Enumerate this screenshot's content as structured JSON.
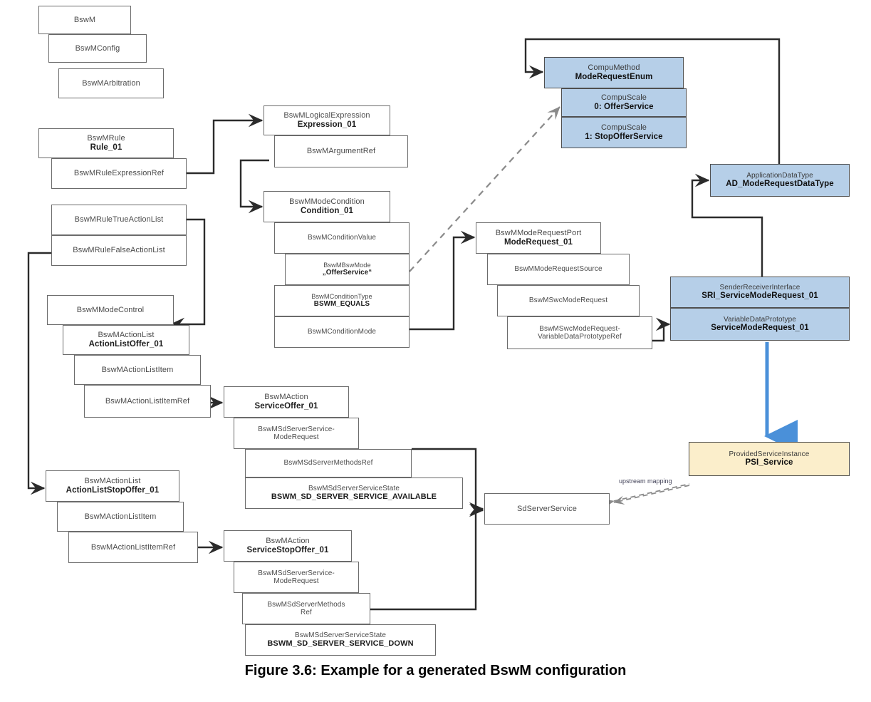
{
  "figure": {
    "caption": "Figure 3.6: Example for a generated BswM configuration"
  },
  "colors": {
    "white_box": "#ffffff",
    "blue_box": "#b6cfe8",
    "yellow_box": "#fbeecb",
    "border": "#6b6b6b",
    "blue_arrow": "#4a90d9",
    "dashed_arrow": "#8a8a8a"
  },
  "nodes": {
    "bswm": {
      "type": "BswM",
      "name": ""
    },
    "bswm_config": {
      "type": "BswMConfig",
      "name": ""
    },
    "bswm_arbitration": {
      "type": "BswMArbitration",
      "name": ""
    },
    "rule": {
      "type": "BswMRule",
      "name": "Rule_01"
    },
    "rule_expr_ref": {
      "type": "BswMRuleExpressionRef",
      "name": ""
    },
    "rule_true_list": {
      "type": "BswMRuleTrueActionList",
      "name": ""
    },
    "rule_false_list": {
      "type": "BswMRuleFalseActionList",
      "name": ""
    },
    "logical_expression": {
      "type": "BswMLogicalExpression",
      "name": "Expression_01"
    },
    "argument_ref": {
      "type": "BswMArgumentRef",
      "name": ""
    },
    "mode_condition": {
      "type": "BswMModeCondition",
      "name": "Condition_01"
    },
    "condition_value": {
      "type": "BswMConditionValue",
      "name": ""
    },
    "bsw_mode": {
      "type": "BswMBswMode",
      "name": "„OfferService“"
    },
    "condition_type": {
      "type": "BswMConditionType",
      "name": "BSWM_EQUALS"
    },
    "condition_mode": {
      "type": "BswMConditionMode",
      "name": ""
    },
    "mode_control": {
      "type": "BswMModeControl",
      "name": ""
    },
    "action_list_offer": {
      "type": "BswMActionList",
      "name": "ActionListOffer_01"
    },
    "action_list_item_a": {
      "type": "BswMActionListItem",
      "name": ""
    },
    "action_list_item_ref_a": {
      "type": "BswMActionListItemRef",
      "name": ""
    },
    "action_list_stop_offer": {
      "type": "BswMActionList",
      "name": "ActionListStopOffer_01"
    },
    "action_list_item_b": {
      "type": "BswMActionListItem",
      "name": ""
    },
    "action_list_item_ref_b": {
      "type": "BswMActionListItemRef",
      "name": ""
    },
    "action_service_offer": {
      "type": "BswMAction",
      "name": "ServiceOffer_01"
    },
    "sd_server_service_mode_request_a": {
      "type": "BswMSdServerService-\nModeRequest",
      "name": ""
    },
    "sd_server_methods_ref_a": {
      "type": "BswMSdServerMethodsRef",
      "name": ""
    },
    "sd_server_service_state_a": {
      "type": "BswMSdServerServiceState",
      "name": "BSWM_SD_SERVER_SERVICE_AVAILABLE"
    },
    "action_service_stop_offer": {
      "type": "BswMAction",
      "name": "ServiceStopOffer_01"
    },
    "sd_server_service_mode_request_b": {
      "type": "BswMSdServerService-\nModeRequest",
      "name": ""
    },
    "sd_server_methods_ref_b": {
      "type": "BswMSdServerMethods\nRef",
      "name": ""
    },
    "sd_server_service_state_b": {
      "type": "BswMSdServerServiceState",
      "name": "BSWM_SD_SERVER_SERVICE_DOWN"
    },
    "sd_server_service": {
      "type": "SdServerService",
      "name": ""
    },
    "compu_method": {
      "type": "CompuMethod",
      "name": "ModeRequestEnum"
    },
    "compu_scale_0": {
      "type": "CompuScale",
      "name": "0: OfferService"
    },
    "compu_scale_1": {
      "type": "CompuScale",
      "name": "1: StopOfferService"
    },
    "application_data_type": {
      "type": "ApplicationDataType",
      "name": "AD_ModeRequestDataType"
    },
    "mode_request_port": {
      "type": "BswMModeRequestPort",
      "name": "ModeRequest_01"
    },
    "mode_request_source": {
      "type": "BswMModeRequestSource",
      "name": ""
    },
    "swc_mode_request": {
      "type": "BswMSwcModeRequest",
      "name": ""
    },
    "swc_mode_request_vdp_ref": {
      "type": "BswMSwcModeRequest-\nVariableDataPrototypeRef",
      "name": ""
    },
    "sender_receiver_interface": {
      "type": "SenderReceiverInterface",
      "name": "SRI_ServiceModeRequest_01"
    },
    "variable_data_prototype": {
      "type": "VariableDataPrototype",
      "name": "ServiceModeRequest_01"
    },
    "provided_service_instance": {
      "type": "ProvidedServiceInstance",
      "name": "PSI_Service"
    }
  },
  "edges": {
    "upstream_mapping_label": "upstream mapping"
  }
}
